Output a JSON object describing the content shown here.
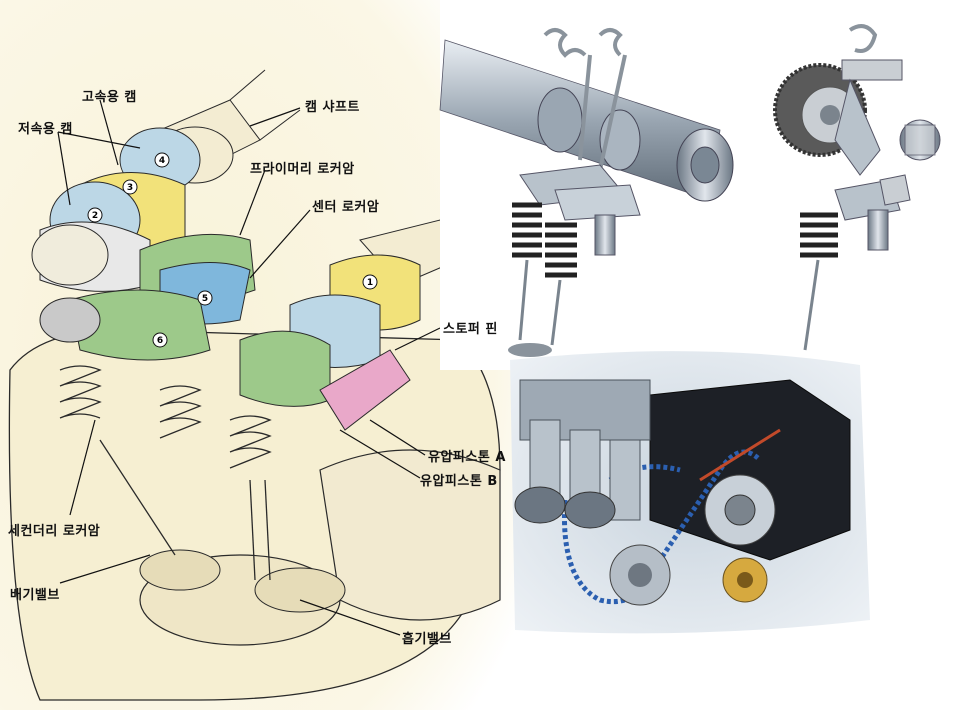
{
  "diagram": {
    "labels": {
      "high_speed_cam": "고속용 캠",
      "low_speed_cam": "저속용 캠",
      "camshaft": "캠 샤프트",
      "primary_rocker_arm": "프라이머리 로커암",
      "center_rocker_arm": "센터 로커암",
      "stopper_pin": "스토퍼 핀",
      "hydraulic_piston_a": "유압피스톤 A",
      "hydraulic_piston_b": "유압피스톤 B",
      "secondary_rocker_arm": "세컨더리 로커암",
      "exhaust_valve": "배기밸브",
      "intake_valve": "흡기밸브"
    },
    "cam_numbers": [
      "1",
      "2",
      "3",
      "4",
      "5",
      "6"
    ],
    "colors": {
      "cam_yellow": "#f2e27a",
      "cam_blue": "#bcd7e6",
      "rocker_green": "#9dc98a",
      "rocker_blue": "#7fb7dc",
      "piston_pink": "#e9a8c9",
      "line": "#2a2a2a",
      "sketch_bg": "#fbf7e6"
    }
  }
}
